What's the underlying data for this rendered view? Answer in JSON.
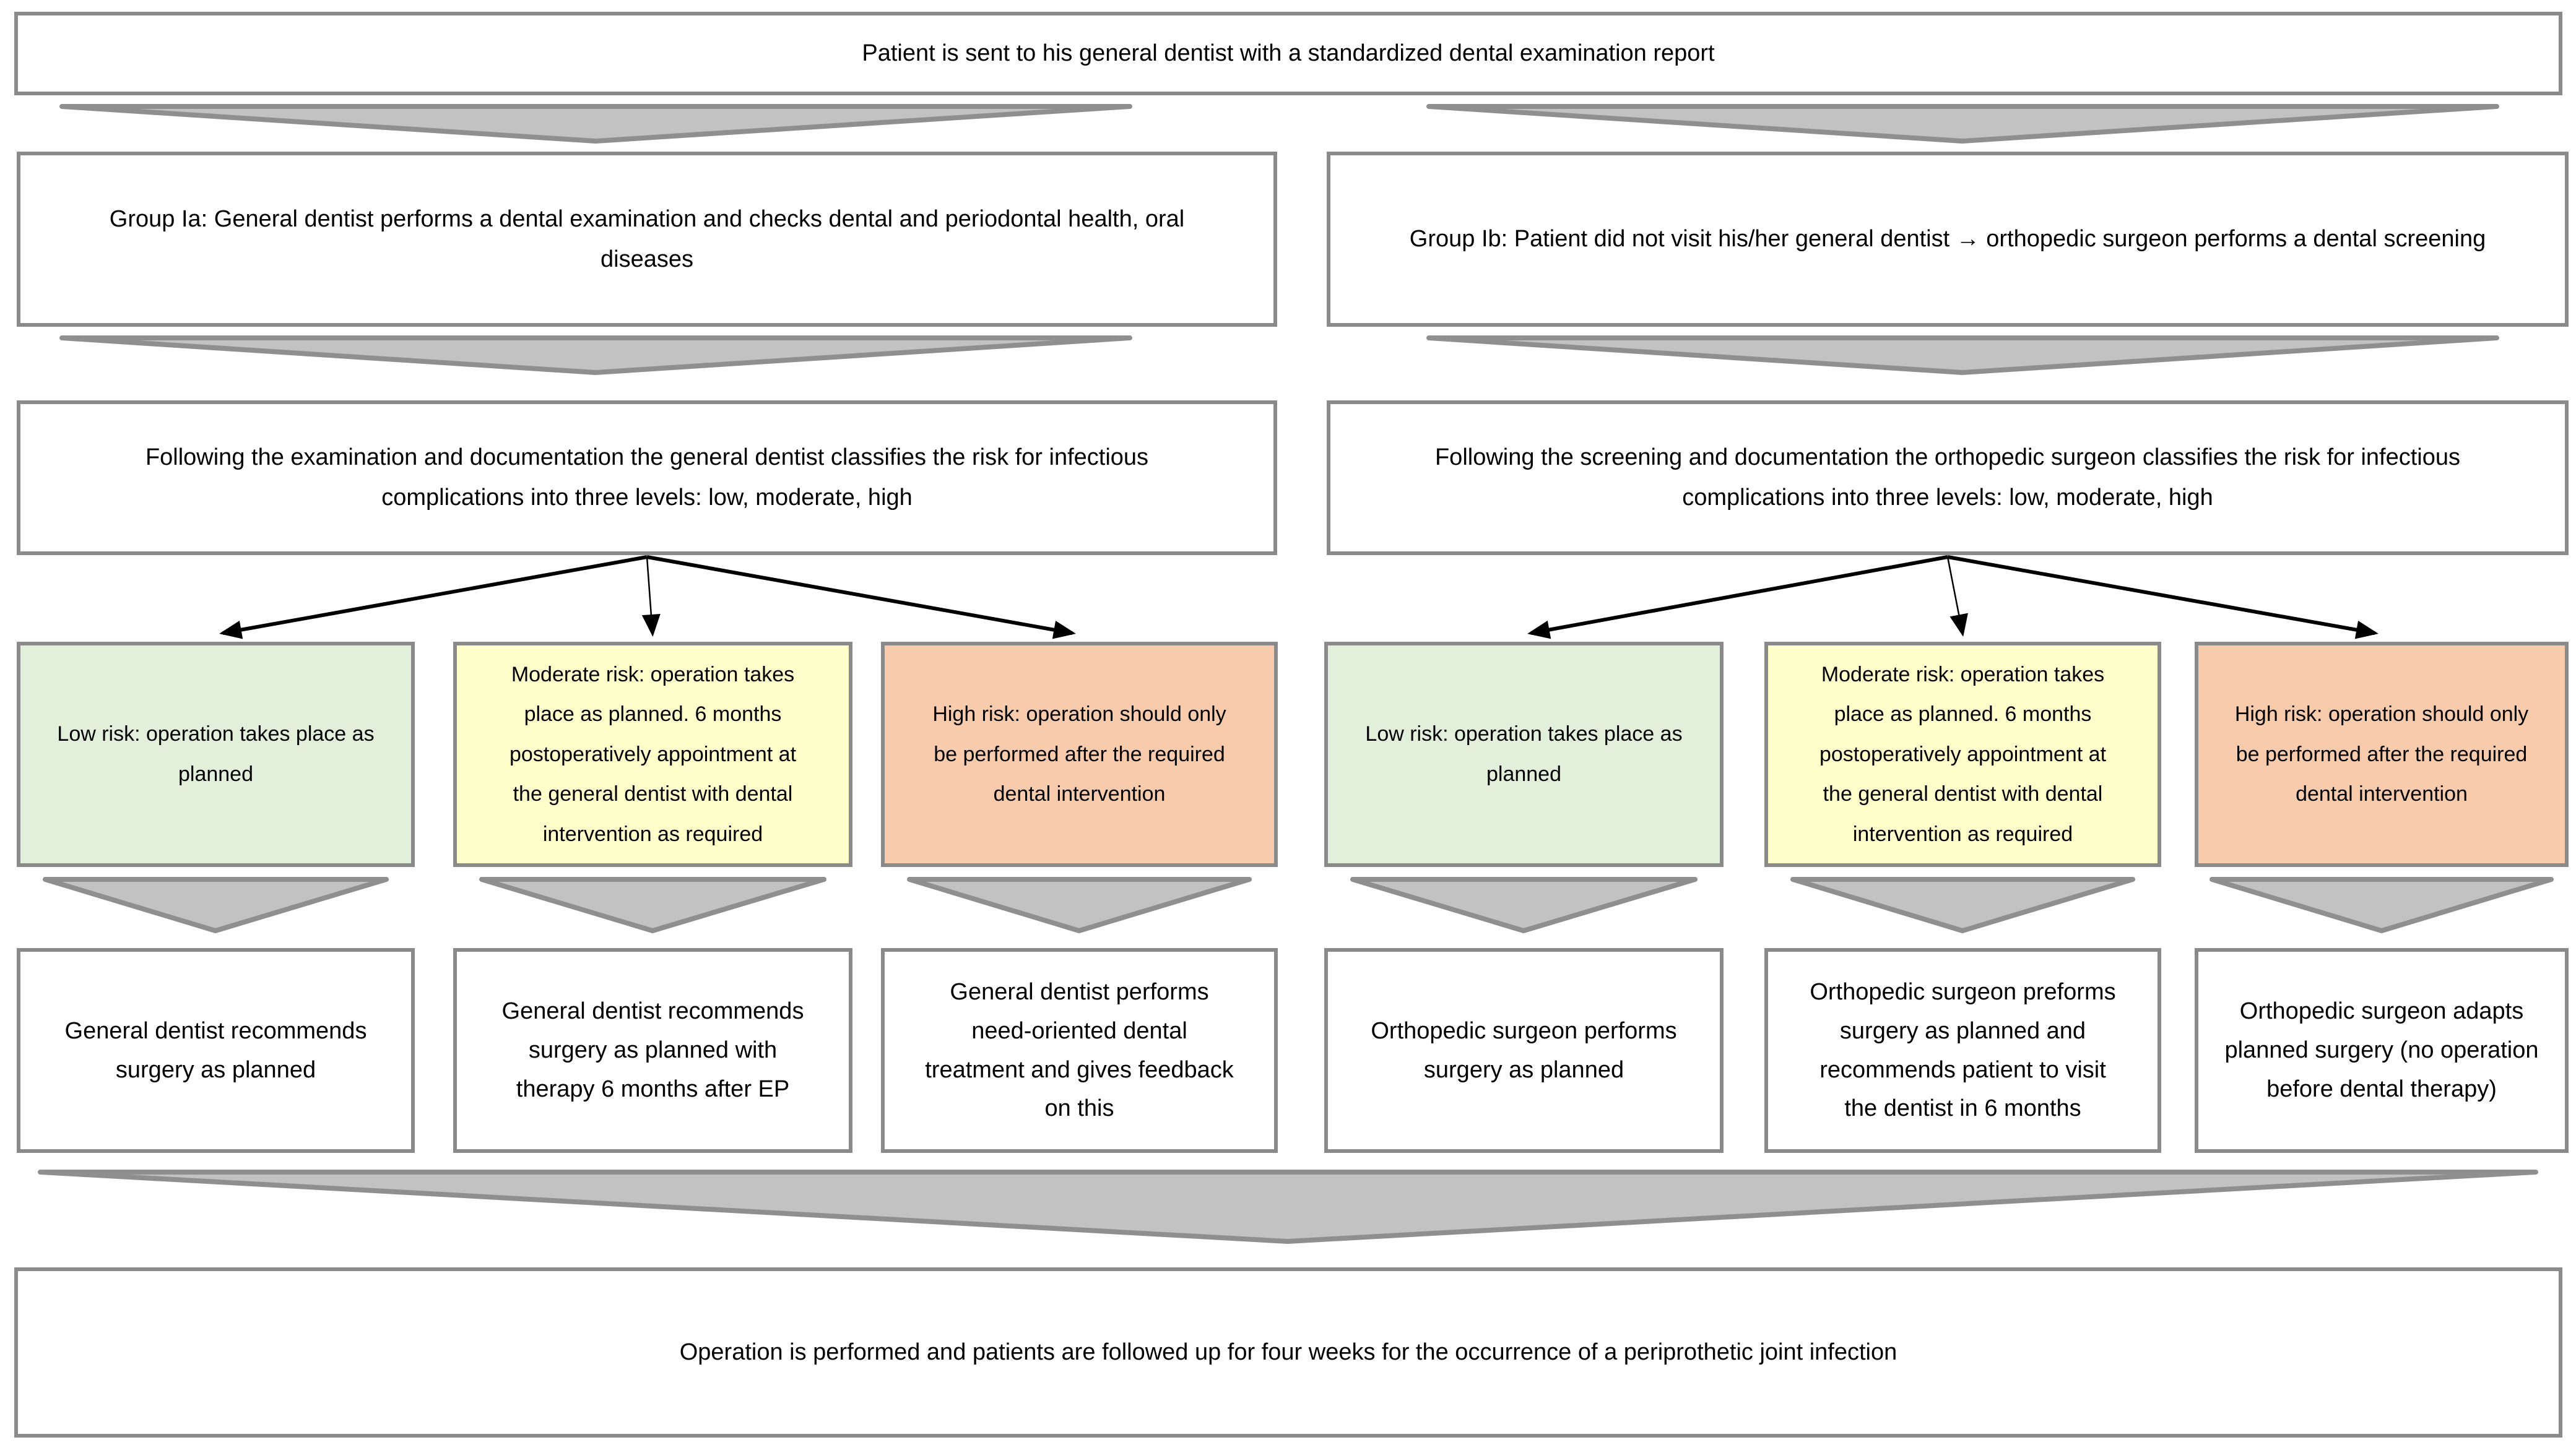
{
  "colors": {
    "background": "#ffffff",
    "border": "#8a8a8a",
    "chevron_fill": "#c2c2c2",
    "chevron_stroke": "#8f8f8f",
    "risk_low": "#e2efda",
    "risk_moderate": "#ffffcc",
    "risk_high": "#f8cbad",
    "arrow": "#000000"
  },
  "top_box": "Patient is sent to his general dentist with a standardized dental examination report",
  "left": {
    "group_box": "Group Ia: General dentist performs a dental examination and checks dental and periodontal health, oral\ndiseases",
    "classification_box": "Following the examination and documentation the general dentist classifies the risk for infectious\ncomplications into three levels: low, moderate, high",
    "risk_boxes": [
      {
        "level": "low",
        "text": "Low risk: operation takes place as\nplanned"
      },
      {
        "level": "moderate",
        "text": "Moderate risk: operation takes\nplace as planned. 6 months\npostoperatively appointment at\nthe general dentist with dental\nintervention as required"
      },
      {
        "level": "high",
        "text": "High risk: operation should only\nbe performed after the required\ndental intervention"
      }
    ],
    "outcome_boxes": [
      "General dentist recommends\nsurgery as planned",
      "General dentist recommends\nsurgery as planned with\ntherapy 6 months after EP",
      "General dentist performs\nneed-oriented dental\ntreatment and gives feedback\non this"
    ]
  },
  "right": {
    "group_box": "Group Ib: Patient did not visit his/her general dentist → orthopedic surgeon performs a dental screening",
    "classification_box": "Following the screening and documentation the orthopedic surgeon classifies the risk for infectious\ncomplications into three levels: low, moderate, high",
    "risk_boxes": [
      {
        "level": "low",
        "text": "Low risk: operation takes place as\nplanned"
      },
      {
        "level": "moderate",
        "text": "Moderate risk: operation takes\nplace as planned. 6 months\npostoperatively appointment at\nthe general dentist with dental\nintervention as required"
      },
      {
        "level": "high",
        "text": "High risk: operation should only\nbe performed after the required\ndental intervention"
      }
    ],
    "outcome_boxes": [
      "Orthopedic surgeon performs\nsurgery as planned",
      "Orthopedic surgeon preforms\nsurgery as planned and\nrecommends patient to visit\nthe dentist in 6 months",
      "Orthopedic surgeon adapts\nplanned surgery (no operation\nbefore dental therapy)"
    ]
  },
  "bottom_box": "Operation is performed and patients are followed up for four weeks for the occurrence of a periprothetic joint infection"
}
